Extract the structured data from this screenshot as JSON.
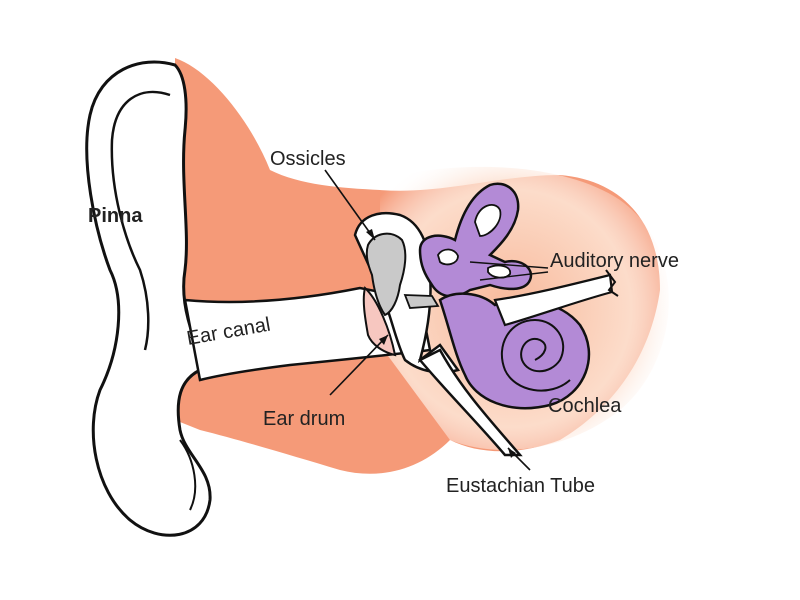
{
  "colors": {
    "tissue": "#f59a78",
    "tissue_light": "#fbd9c8",
    "inner_ear": "#b38ad6",
    "inner_ear_light": "#d8c3ec",
    "ossicle": "#c9c9c9",
    "eardrum": "#f7c7c0",
    "outline": "#111111",
    "background": "#ffffff"
  },
  "labels": {
    "pinna": "Pinna",
    "ear_canal": "Ear canal",
    "ossicles": "Ossicles",
    "auditory_nerve": "Auditory nerve",
    "cochlea": "Cochlea",
    "ear_drum": "Ear drum",
    "eustachian_tube": "Eustachian Tube"
  }
}
